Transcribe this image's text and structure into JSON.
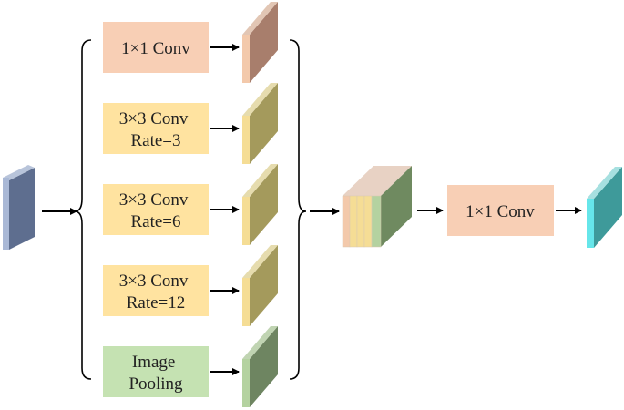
{
  "colors": {
    "conv1x1_box": "#F8CFB5",
    "conv3x3_box": "#FFE3A0",
    "pooling_box": "#C5E2B2",
    "arrow": "#000000"
  },
  "branches": [
    {
      "lines": [
        "1×1 Conv"
      ],
      "box_color": "#F8CFB5"
    },
    {
      "lines": [
        "3×3 Conv",
        "Rate=3"
      ],
      "box_color": "#FFE3A0"
    },
    {
      "lines": [
        "3×3 Conv",
        "Rate=6"
      ],
      "box_color": "#FFE3A0"
    },
    {
      "lines": [
        "3×3 Conv",
        "Rate=12"
      ],
      "box_color": "#FFE3A0"
    },
    {
      "lines": [
        "Image",
        "Pooling"
      ],
      "box_color": "#C5E2B2"
    }
  ],
  "output_conv": {
    "lines": [
      "1×1 Conv"
    ],
    "box_color": "#F8CFB5"
  }
}
